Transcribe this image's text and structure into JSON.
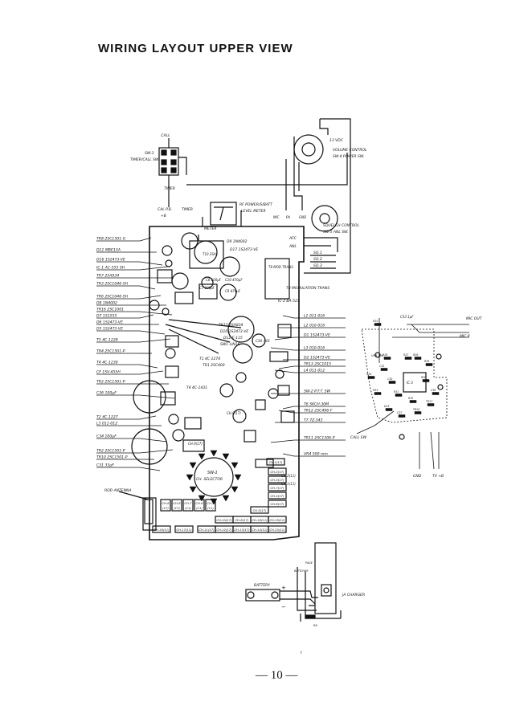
{
  "page_title": "WIRING LAYOUT UPPER VIEW",
  "page_number": "— 10 —",
  "top_left_switch": {
    "name": "SW-3",
    "function": "TIMER/CALL SW.",
    "top": "CALL",
    "bottom": "TIMER",
    "fuse": "TIMER",
    "cal": "CAL P.B.",
    "cal2": "+B"
  },
  "controls": {
    "volume_title": "VOLUME CONTROL",
    "volume_sub": "SW-4 POWER SW.",
    "squelch_title": "SQUELCH CONTROL",
    "squelch_sub": "SW-5 ANL SW.",
    "pwr_meter_title": "RF POWER/S/BATT",
    "pwr_meter_sub": "LEVEL METER",
    "meter": "METER",
    "supply": "13 VDC",
    "vc_mic": "MIC",
    "vc_pa": "PA",
    "vc_gnd": "GND",
    "afc": "AFC",
    "anl": "ANL",
    "sq1": "SQ.1",
    "sq2": "SQ.2",
    "sq3": "SQ.3"
  },
  "left_labels": [
    "TR8 2SC1501-G",
    "D11 MBE13A",
    "D16 1S2473-VE",
    "IC-1 AC-555 SH",
    "TR7 2SA934",
    "TR3 2SC1046-SH",
    "TR6 2SC1046-SH",
    "D8 1N4002",
    "TR16 2SC1061",
    "D7 1S1555",
    "D6 1S2473-VE",
    "D5 1S2473-VE",
    "T5 4C-1228",
    "TR4 2SC1501-P",
    "T4 4C-1230",
    "CF 1SV-455H",
    "TR2 2SC1501-P",
    "C36 100μF",
    "T2 4C-1227",
    "L3 011-012",
    "C34 100μF",
    "TR2 2SC1501-P",
    "TR10 2SC1501-P",
    "C31 33μF"
  ],
  "right_labels": [
    "L1 011-016",
    "L2 010-016",
    "D1 1S2473-VE",
    "L3 010-016",
    "D2 1S2473-VE",
    "TR13 2SC1015",
    "L4 011-012",
    "SW-2 P.T.T. SW",
    "T6 SKCH-30M",
    "TR12 2SC496-Y",
    "T7 7Z-343",
    "TR11 2SC1306-P",
    "VR4 500 mm"
  ],
  "inner_labels": {
    "d9": "D9 1N4002",
    "d17": "D17 1S2473-VE",
    "t8": "T8 MOD TRANS.",
    "t8_tag": "T8 MODULATION TRANS",
    "ic2": "IC-2 BA-521",
    "tr9": "TR15 2SA834",
    "d9b": "D10 1S2473-VE",
    "d12": "D12 E-115",
    "d13": "SW1 LIN16",
    "t1": "T1 4C-1274",
    "tr1": "TR1 2SC400",
    "t4c": "T4 4C-1431",
    "c10": "C10 470μF",
    "c7": "C7 100μF",
    "c8": "C8 100μF",
    "c9": "C9 470μF",
    "c11": "C11 100μF",
    "tr": "T10 2SA1",
    "c38": "C38 .001",
    "ch9": "CH.9(17)",
    "ch8": "CH.8(17)",
    "ch2": "CH.2(11)",
    "ch1": "CH.1(11)",
    "sw1": "SW-1",
    "sw1_sub": "CH. SELECTOR",
    "antenna": "ROD ANTENNA"
  },
  "crystals": [
    "CH.1(17)",
    "CH.2(17)",
    "CH.3(17)",
    "CH.7(17)",
    "CH.4(17)",
    "CH.6(17)",
    "CH.5(17)",
    "CH.8(17)",
    "CH.10(17)",
    "CH.11(17)",
    "CH.12(17)",
    "CH.13(17)",
    "CH.14(11)",
    "CH.15(11)",
    "CH.16(11)",
    "CH.17(11)",
    "CH.18(11)",
    "CH.19(11)"
  ],
  "crystal_pairs": [
    "CH.8",
    "CH.9",
    "CH.7",
    "CH.6",
    "CH.5"
  ],
  "crystal_pairs_sub": [
    "(17)",
    "(17)",
    "(11)",
    "(11)",
    "(11)"
  ],
  "mic_board": {
    "c33": "C33 1μF",
    "mic_out": "MIC OUT",
    "mic_p": "MIC P",
    "vr3": "VR3 10K",
    "ic3": "IC-3",
    "call_sw": "CALL SW",
    "gnd": "GND",
    "tx": "TX +B",
    "labels": [
      "R25",
      "R26",
      "R27",
      "R28",
      "R29",
      "C32",
      "C30",
      "R31",
      "R32",
      "TR17",
      "D15",
      "C37",
      "TR18",
      "C38",
      "R30",
      "R33",
      "R34"
    ]
  },
  "charger": {
    "battery": "BATTERY",
    "jack": "JA CHARGER",
    "plus": "+",
    "minus": "−",
    "sides": [
      "BATT",
      "CHAR",
      "PAGE"
    ],
    "r": "R6"
  },
  "specks": "ı"
}
